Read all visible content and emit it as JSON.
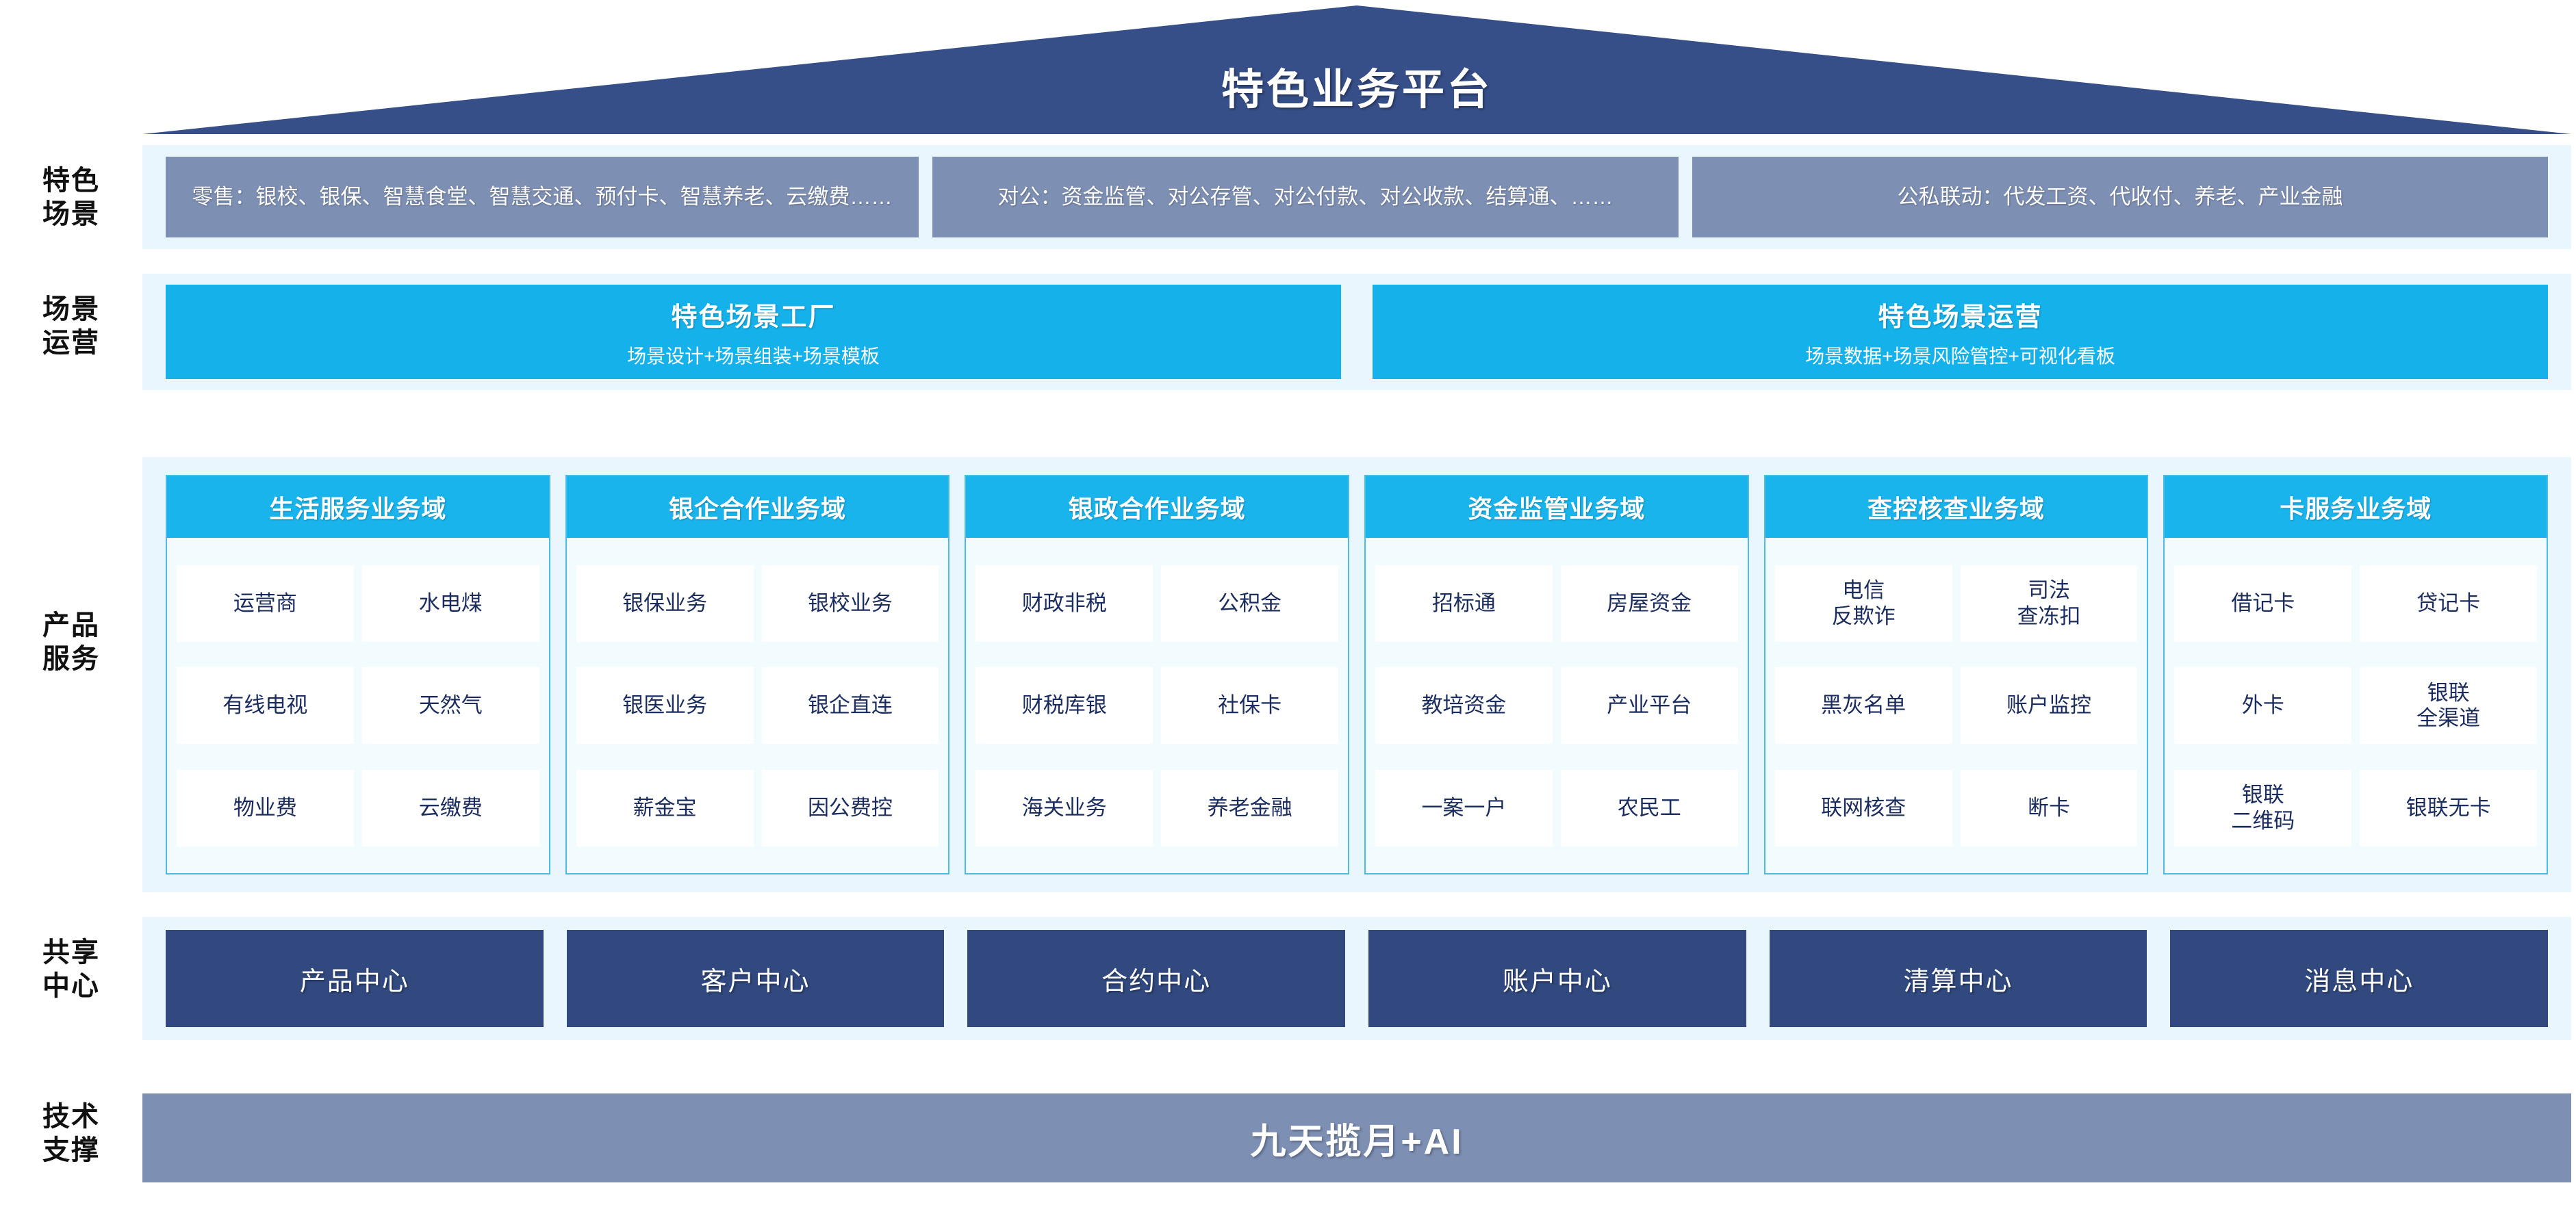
{
  "header": {
    "title": "特色业务平台"
  },
  "colors": {
    "roof": "#374f88",
    "band_bg": "#e9f6fd",
    "scenario_box": "#7d8fb3",
    "ops_box": "#14b1ea",
    "domain_header": "#19b4ec",
    "center_box": "#31497f",
    "tech_bar": "#7d8fb3",
    "text_dark": "#1b2c5e"
  },
  "rails": [
    {
      "label": "特色\n场景"
    },
    {
      "label": "场景\n运营"
    },
    {
      "label": "产品\n服务"
    },
    {
      "label": "共享\n中心"
    },
    {
      "label": "技术\n支撑"
    }
  ],
  "scenarios": [
    {
      "text": "零售：银校、银保、智慧食堂、智慧交通、预付卡、智慧养老、云缴费……"
    },
    {
      "text": "对公：资金监管、对公存管、对公付款、对公收款、结算通、……"
    },
    {
      "text": "公私联动：代发工资、代收付、养老、产业金融"
    }
  ],
  "operations": [
    {
      "title": "特色场景工厂",
      "subtitle": "场景设计+场景组装+场景模板"
    },
    {
      "title": "特色场景运营",
      "subtitle": "场景数据+场景风险管控+可视化看板"
    }
  ],
  "domains": [
    {
      "title": "生活服务业务域",
      "rows": [
        [
          "运营商",
          "水电煤"
        ],
        [
          "有线电视",
          "天然气"
        ],
        [
          "物业费",
          "云缴费"
        ]
      ]
    },
    {
      "title": "银企合作业务域",
      "rows": [
        [
          "银保业务",
          "银校业务"
        ],
        [
          "银医业务",
          "银企直连"
        ],
        [
          "薪金宝",
          "因公费控"
        ]
      ]
    },
    {
      "title": "银政合作业务域",
      "rows": [
        [
          "财政非税",
          "公积金"
        ],
        [
          "财税库银",
          "社保卡"
        ],
        [
          "海关业务",
          "养老金融"
        ]
      ]
    },
    {
      "title": "资金监管业务域",
      "rows": [
        [
          "招标通",
          "房屋资金"
        ],
        [
          "教培资金",
          "产业平台"
        ],
        [
          "一案一户",
          "农民工"
        ]
      ]
    },
    {
      "title": "查控核查业务域",
      "rows": [
        [
          "电信\n反欺诈",
          "司法\n查冻扣"
        ],
        [
          "黑灰名单",
          "账户监控"
        ],
        [
          "联网核查",
          "断卡"
        ]
      ]
    },
    {
      "title": "卡服务业务域",
      "rows": [
        [
          "借记卡",
          "贷记卡"
        ],
        [
          "外卡",
          "银联\n全渠道"
        ],
        [
          "银联\n二维码",
          "银联无卡"
        ]
      ]
    }
  ],
  "centers": [
    {
      "label": "产品中心"
    },
    {
      "label": "客户中心"
    },
    {
      "label": "合约中心"
    },
    {
      "label": "账户中心"
    },
    {
      "label": "清算中心"
    },
    {
      "label": "消息中心"
    }
  ],
  "tech_support": {
    "label": "九天揽月+AI"
  }
}
